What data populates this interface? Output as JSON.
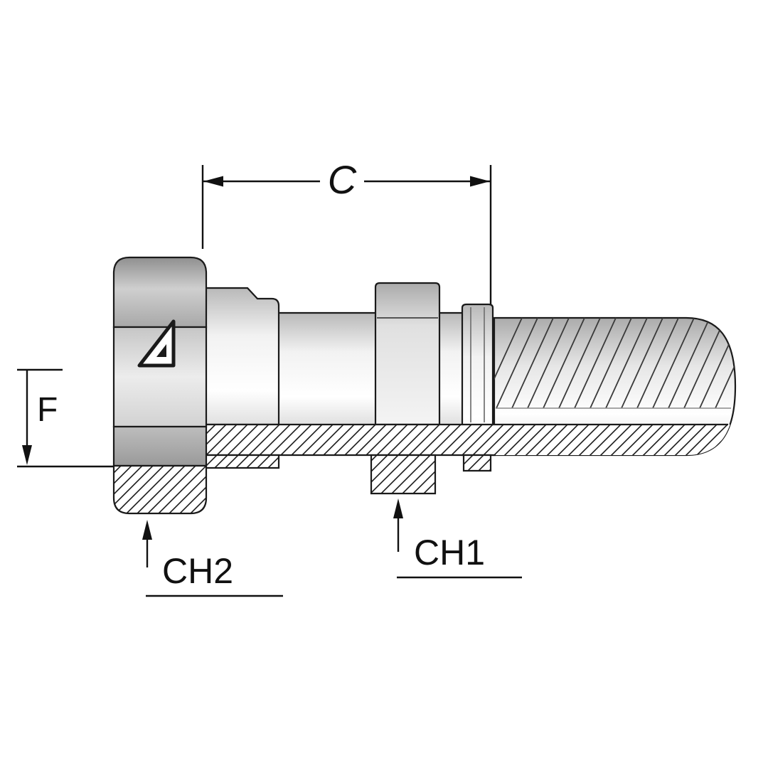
{
  "diagram": {
    "labels": {
      "c": "C",
      "f": "F",
      "ch1": "CH1",
      "ch2": "CH2"
    },
    "colors": {
      "background": "#ffffff",
      "line": "#1a1a1a",
      "metal_dark": "#9a9a9a",
      "metal_mid": "#c6c6c6",
      "metal_light": "#ececec"
    }
  }
}
